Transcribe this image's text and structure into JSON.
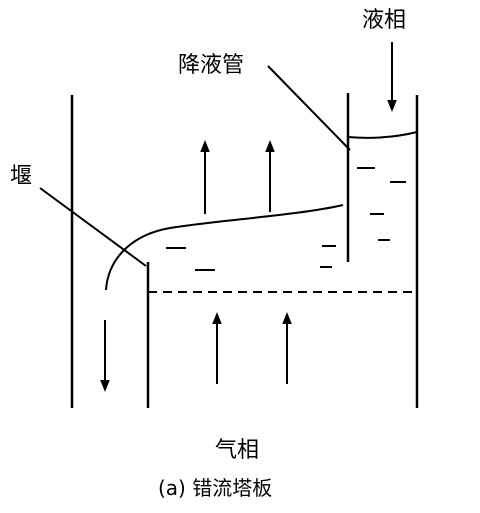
{
  "labels": {
    "liquid_phase": "液相",
    "downcomer": "降液管",
    "weir": "堰",
    "vapor_phase": "气相",
    "caption": "(a) 错流塔板"
  },
  "colors": {
    "ink": "#000000",
    "background": "#ffffff"
  }
}
